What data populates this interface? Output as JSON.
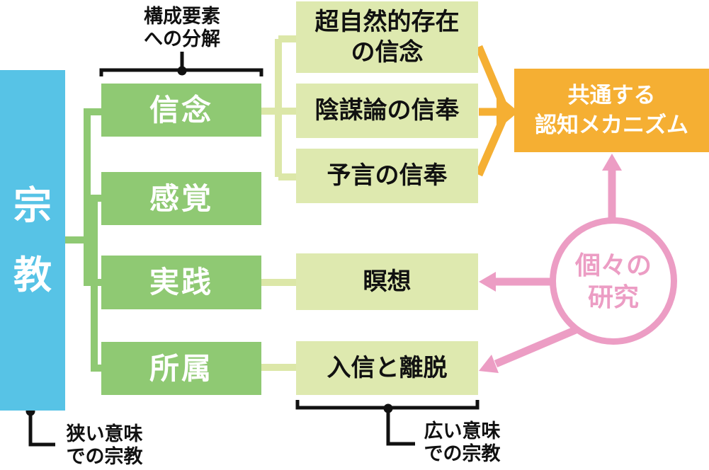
{
  "diagram": {
    "root": {
      "char1": "宗",
      "char2": "教"
    },
    "decompose_label": {
      "line1": "構成要素",
      "line2": "への分解"
    },
    "components": [
      {
        "label": "信念"
      },
      {
        "label": "感覚"
      },
      {
        "label": "実践"
      },
      {
        "label": "所属"
      }
    ],
    "examples": [
      {
        "line1": "超自然的存在",
        "line2": "の信念"
      },
      {
        "label": "陰謀論の信奉"
      },
      {
        "label": "予言の信奉"
      },
      {
        "label": "瞑想"
      },
      {
        "label": "入信と離脱"
      }
    ],
    "mechanism": {
      "line1": "共通する",
      "line2": "認知メカニズム"
    },
    "studies": {
      "line1": "個々の",
      "line2": "研究"
    },
    "narrow_label": {
      "line1": "狭い意味",
      "line2": "での宗教"
    },
    "broad_label": {
      "line1": "広い意味",
      "line2": "での宗教"
    },
    "colors": {
      "blue": "#57C3E6",
      "green": "#8FC973",
      "pale_green": "#DEE9AF",
      "pale_line": "#DCE7A8",
      "orange": "#F5AF33",
      "pink": "#EC9DC4",
      "ink": "#111111"
    }
  }
}
